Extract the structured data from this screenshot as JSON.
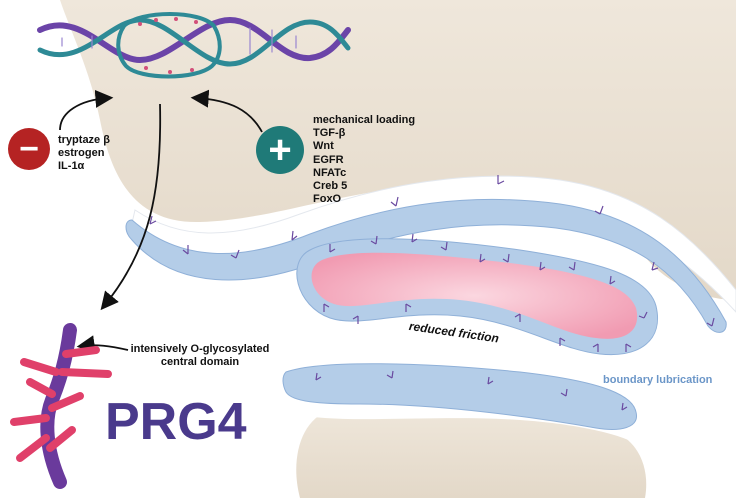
{
  "inhibitors": {
    "icon": "minus-icon",
    "color": "#b52323",
    "items": [
      "tryptaze β",
      "estrogen",
      "IL-1α"
    ]
  },
  "activators": {
    "icon": "plus-icon",
    "color": "#1f7a78",
    "items": [
      "mechanical loading",
      "TGF-β",
      "Wnt",
      "EGFR",
      "NFATc",
      "Creb 5",
      "FoxO"
    ]
  },
  "glycosylated_label": [
    "intensively O-glycosylated",
    "central domain"
  ],
  "friction_label": "reduced friction",
  "boundary_label": "boundary lubrication",
  "protein_label": "PRG4",
  "colors": {
    "tissue": "#ece3d6",
    "membrane": "#afc9e6",
    "fluid": "#f4b0c0",
    "protein_core": "#6a3a9c",
    "protein_branch": "#e0406a",
    "dna_purple": "#6b44a8",
    "dna_teal": "#2e8a96"
  }
}
